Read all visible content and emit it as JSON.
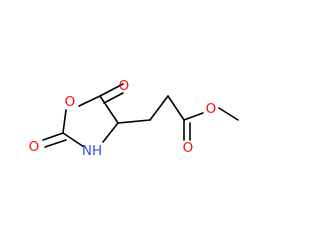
{
  "molecule": {
    "atoms": [
      {
        "element": "O",
        "label": "O",
        "color": "#ff0d0d"
      },
      {
        "element": "O",
        "label": "O",
        "color": "#ff0d0d"
      },
      {
        "element": "O",
        "label": "O",
        "color": "#ff0d0d"
      },
      {
        "element": "N",
        "label": "NH",
        "color": "#3050f8"
      },
      {
        "element": "O",
        "label": "O",
        "color": "#ff0d0d"
      },
      {
        "element": "O",
        "label": "O",
        "color": "#ff0d0d"
      }
    ]
  }
}
